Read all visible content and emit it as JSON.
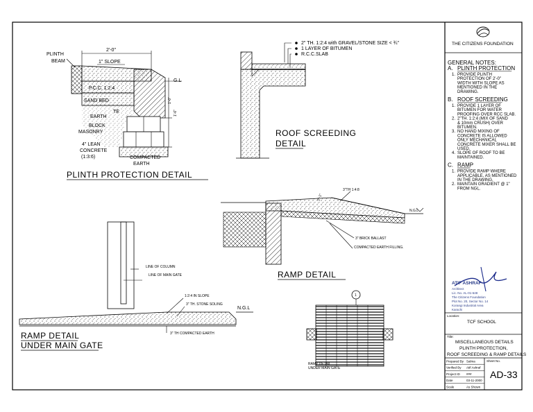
{
  "plinth": {
    "label_plinth": "PLINTH",
    "label_beam": "BEAM",
    "dim_width": "2'-0\"",
    "label_slope": "1\" SLOPE",
    "label_pcc": "P.C.C. 1:2:4",
    "label_sand": "SAND BED",
    "label_earth": "EARTH",
    "label_te": "TE",
    "label_block": "BLOCK",
    "label_masonry": "MASONRY",
    "label_lean1": "4\" LEAN",
    "label_lean2": "CONCRETE",
    "label_lean3": "(1:3:6)",
    "label_compacted": "COMPACTED",
    "label_earth2": "EARTH",
    "label_ngl": "G.L",
    "label_dim1": "1'-0\"",
    "label_dim2": "1'-6\"",
    "title": "PLINTH PROTECTION DETAIL"
  },
  "roof": {
    "bullet1": "2\" TH. 1:2:4 with GRAVEL/STONE SIZE < ¾\"",
    "bullet2": "1 LAYER OF BITUMEN",
    "bullet3": "R.C.C.SLAB",
    "title1": "ROOF SCREEDING",
    "title2": "DETAIL"
  },
  "ramp": {
    "label_mix": "3\"TH 1:4:8",
    "label_ngl": "N.G.L",
    "label_ballast": "3\" BRICK BALLAST",
    "label_compacted": "COMPACTED EARTH FILLING.",
    "label_dim": "1\"-1\"",
    "title": "RAMP DETAIL"
  },
  "gate": {
    "label_column": "LINE OF COLUMN",
    "label_gate": "LINE OF MAIN GATE",
    "label_slope": "1:2:4 IN SLOPE",
    "label_soling": "3\" TH. STONE SOLING",
    "label_ngl": "N.G.L",
    "label_compacted": "3\" TH COMPACTED EARTH",
    "title1": "RAMP DETAIL",
    "title2": "UNDER MAIN GATE"
  },
  "plan": {
    "marker": "1",
    "caption1": "RAMP DETAIL",
    "caption2": "UNDER MAIN GATE"
  },
  "titleblock": {
    "org": "THE CITIZENS FOUNDATION",
    "general_notes": "GENERAL NOTES:",
    "sections": [
      {
        "letter": "A.",
        "heading": "PLINTH PROTECTION",
        "items": [
          [
            "1.",
            "PROVIDE PLINTH",
            "PROTECTION OF 2'-0\"",
            "WIDTH WITH SLOPE AS",
            "MENTIONED IN THE",
            "DRAWING."
          ]
        ]
      },
      {
        "letter": "B.",
        "heading": "ROOF SCREEDING",
        "items": [
          [
            "1.",
            "PROVIDE 1 LAYER OF",
            "BITUMEN FOR WATER",
            "PROOFING OVER RCC SLAB."
          ],
          [
            "2.",
            "2\"TH. 1:2:4 (MIX OF SAND",
            "& 10mm CRUSH) OVER",
            "BITUMEN."
          ],
          [
            "3.",
            "NO HAND MIXING OF",
            "CONCRETE IS ALLOWED",
            "ONLY MECHANICAL",
            "CONCRETE MIXER SHALL BE",
            "USED."
          ],
          [
            "4.",
            "SLOPE OF ROOF TO BE",
            "MAINTAINED."
          ]
        ]
      },
      {
        "letter": "C.",
        "heading": "RAMP",
        "items": [
          [
            "1.",
            "PROVIDE RAMP WHERE",
            "APPLICABLE, AS MENTIONED",
            "IN THE DRAWING."
          ],
          [
            "2.",
            "MAINTAIN GRADIENT @ 1\"",
            "FROM NGL."
          ]
        ]
      }
    ],
    "stamp": {
      "name": "ATIF ASHRAF",
      "lines": [
        "Architect",
        "Lic. No. AL-01-648",
        "The Citizens Foundation",
        "Plot No. 20, Sector No. 14",
        "Korangi Industrial Area",
        "Karachi"
      ]
    },
    "location_label": "Location:",
    "location_value": "TCF SCHOOL",
    "title_label": "Title:",
    "title_lines": [
      "MISCELLANEOUS DETAILS",
      "PLINTH PROTECTION,",
      "ROOF SCREEDING & RAMP DETAILS"
    ],
    "rows": [
      {
        "label": "Prepared By",
        "value": "Salma"
      },
      {
        "label": "Verified By",
        "value": "Atif Ashraf"
      },
      {
        "label": "Project ID",
        "value": "###"
      },
      {
        "label": "Date",
        "value": "03-11-2000"
      },
      {
        "label": "Scale",
        "value": "As Shown"
      }
    ],
    "sheet_label": "Sheet No.",
    "sheet_no": "AD-33"
  }
}
